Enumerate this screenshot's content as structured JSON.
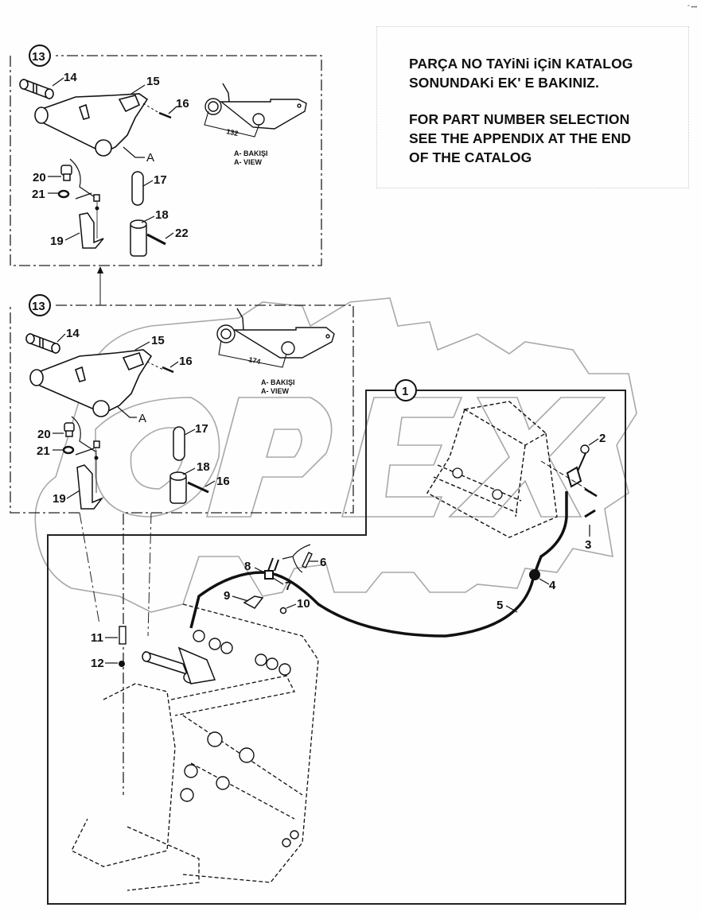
{
  "corner_mark": "° •••",
  "note": {
    "lines_tr": [
      "PARÇA NO TAYiNi iÇiN KATALOG",
      "SONUNDAKi EK' E BAKINIZ."
    ],
    "lines_en": [
      "FOR PART NUMBER SELECTION",
      "SEE THE APPENDIX AT THE END",
      "OF THE CATALOG"
    ]
  },
  "watermark": "OPEX",
  "groups": {
    "detail_top": {
      "callout": "13",
      "view_label_tr": "A- BAKIŞI",
      "view_label_en": "A- VIEW",
      "dimension": "132",
      "view_letter": "A"
    },
    "detail_mid": {
      "callout": "13",
      "view_label_tr": "A- BAKIŞI",
      "view_label_en": "A- VIEW",
      "dimension": "174",
      "view_letter": "A"
    },
    "main": {
      "callout": "1"
    }
  },
  "labels_top": {
    "p14": "14",
    "p15": "15",
    "p16": "16",
    "p17": "17",
    "p18": "18",
    "p19": "19",
    "p20": "20",
    "p21": "21",
    "p22": "22"
  },
  "labels_mid": {
    "p14": "14",
    "p15": "15",
    "p16a": "16",
    "p16b": "16",
    "p17": "17",
    "p18": "18",
    "p19": "19",
    "p20": "20",
    "p21": "21"
  },
  "labels_main": {
    "p2": "2",
    "p3": "3",
    "p4": "4",
    "p5": "5",
    "p6": "6",
    "p7": "7",
    "p8": "8",
    "p9": "9",
    "p10": "10",
    "p11": "11",
    "p12": "12"
  }
}
